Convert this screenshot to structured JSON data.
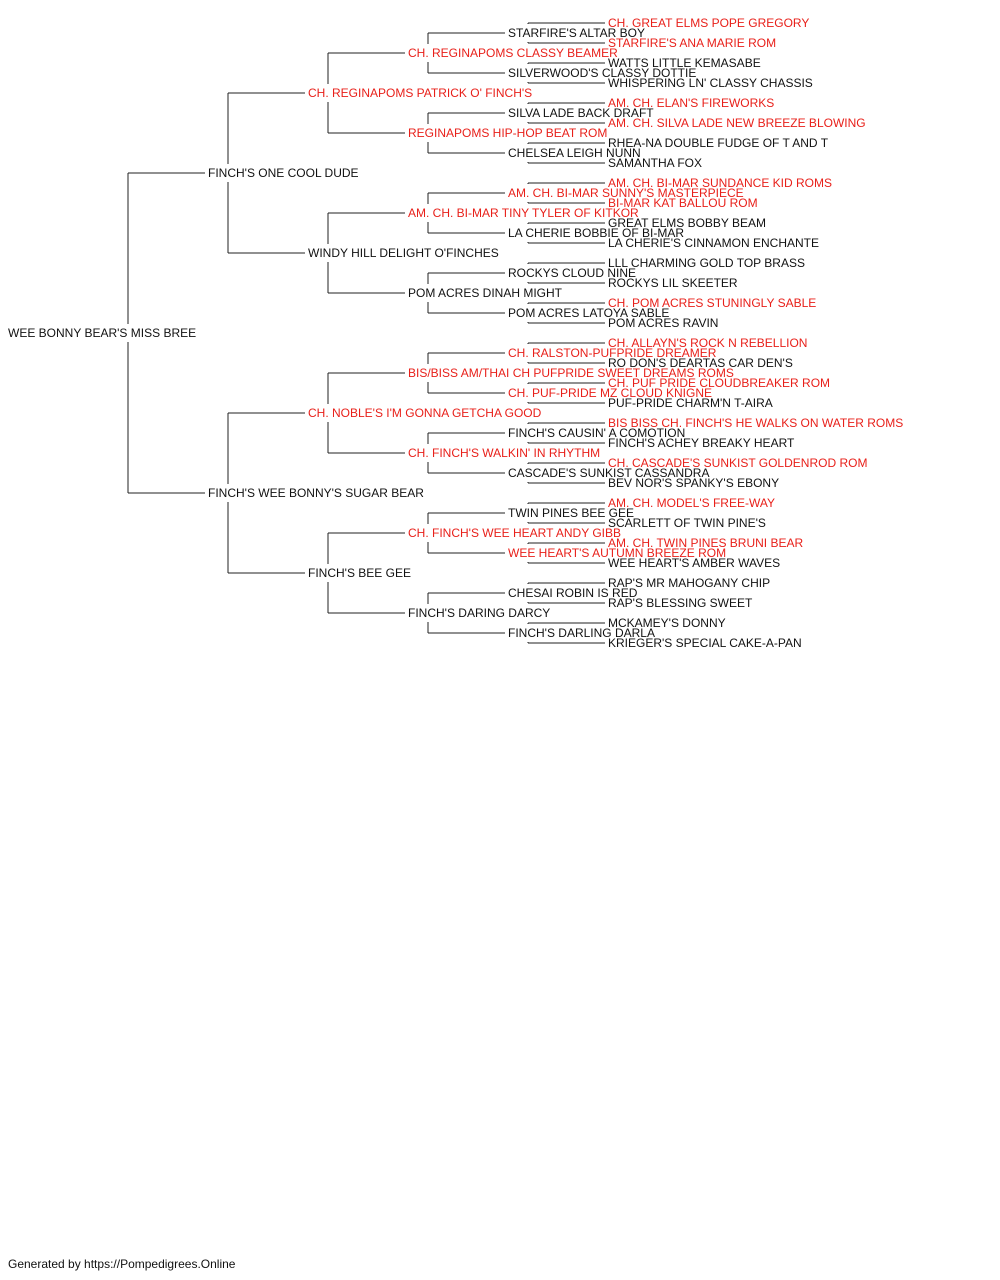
{
  "colors": {
    "champion": "#e8201a",
    "normal": "#111111",
    "connector": "#222222"
  },
  "footer": "Generated by https://Pompedigrees.Online",
  "pedigree": [
    {
      "label": "WEE BONNY BEAR'S MISS BREE",
      "champ": false
    },
    {
      "label": "FINCH'S ONE COOL DUDE",
      "champ": false
    },
    {
      "label": "FINCH'S WEE BONNY'S SUGAR BEAR",
      "champ": false
    },
    {
      "label": "CH. REGINAPOMS PATRICK O' FINCH'S",
      "champ": true
    },
    {
      "label": "WINDY HILL DELIGHT O'FINCHES",
      "champ": false
    },
    {
      "label": "CH. NOBLE'S I'M GONNA GETCHA GOOD",
      "champ": true
    },
    {
      "label": "FINCH'S BEE GEE",
      "champ": false
    },
    {
      "label": "CH. REGINAPOMS CLASSY BEAMER",
      "champ": true
    },
    {
      "label": "REGINAPOMS HIP-HOP BEAT ROM",
      "champ": true
    },
    {
      "label": "AM. CH. BI-MAR TINY TYLER OF KITKOR",
      "champ": true
    },
    {
      "label": "POM ACRES DINAH MIGHT",
      "champ": false
    },
    {
      "label": "BIS/BISS AM/THAI CH PUFPRIDE SWEET DREAMS ROMS",
      "champ": true
    },
    {
      "label": "CH. FINCH'S WALKIN' IN RHYTHM",
      "champ": true
    },
    {
      "label": "CH. FINCH'S WEE HEART ANDY GIBB",
      "champ": true
    },
    {
      "label": "FINCH'S DARING DARCY",
      "champ": false
    },
    {
      "label": "STARFIRE'S ALTAR BOY",
      "champ": false
    },
    {
      "label": "SILVERWOOD'S CLASSY DOTTIE",
      "champ": false
    },
    {
      "label": "SILVA LADE BACK DRAFT",
      "champ": false
    },
    {
      "label": "CHELSEA LEIGH NUNN",
      "champ": false
    },
    {
      "label": "AM. CH. BI-MAR SUNNY'S MASTERPIECE",
      "champ": true
    },
    {
      "label": "LA CHERIE BOBBIE OF BI-MAR",
      "champ": false
    },
    {
      "label": "ROCKYS CLOUD NINE",
      "champ": false
    },
    {
      "label": "POM ACRES LATOYA SABLE",
      "champ": false
    },
    {
      "label": "CH. RALSTON-PUFPRIDE DREAMER",
      "champ": true
    },
    {
      "label": "CH. PUF-PRIDE MZ CLOUD KNIGNE",
      "champ": true
    },
    {
      "label": "FINCH'S CAUSIN' A COMOTION",
      "champ": false
    },
    {
      "label": "CASCADE'S SUNKIST CASSANDRA",
      "champ": false
    },
    {
      "label": "TWIN PINES BEE GEE",
      "champ": false
    },
    {
      "label": "WEE HEART'S AUTUMN BREEZE ROM",
      "champ": true
    },
    {
      "label": "CHESAI ROBIN IS RED",
      "champ": false
    },
    {
      "label": "FINCH'S DARLING DARLA",
      "champ": false
    },
    {
      "label": "CH. GREAT ELMS POPE GREGORY",
      "champ": true
    },
    {
      "label": "STARFIRE'S ANA MARIE ROM",
      "champ": true
    },
    {
      "label": "WATTS LITTLE KEMASABE",
      "champ": false
    },
    {
      "label": "WHISPERING LN' CLASSY CHASSIS",
      "champ": false
    },
    {
      "label": "AM. CH. ELAN'S FIREWORKS",
      "champ": true
    },
    {
      "label": "AM. CH. SILVA LADE NEW BREEZE BLOWING",
      "champ": true
    },
    {
      "label": "RHEA-NA DOUBLE FUDGE OF T AND T",
      "champ": false
    },
    {
      "label": "SAMANTHA FOX",
      "champ": false
    },
    {
      "label": "AM. CH. BI-MAR SUNDANCE KID ROMS",
      "champ": true
    },
    {
      "label": "BI-MAR KAT BALLOU ROM",
      "champ": true
    },
    {
      "label": "GREAT ELMS BOBBY BEAM",
      "champ": false
    },
    {
      "label": "LA CHERIE'S CINNAMON ENCHANTE",
      "champ": false
    },
    {
      "label": "LLL CHARMING GOLD TOP BRASS",
      "champ": false
    },
    {
      "label": "ROCKYS LIL SKEETER",
      "champ": false
    },
    {
      "label": "CH. POM ACRES STUNINGLY SABLE",
      "champ": true
    },
    {
      "label": "POM ACRES RAVIN",
      "champ": false
    },
    {
      "label": "CH. ALLAYN'S ROCK N REBELLION",
      "champ": true
    },
    {
      "label": "RO DON'S DEARTAS CAR DEN'S",
      "champ": false
    },
    {
      "label": "CH. PUF PRIDE CLOUDBREAKER ROM",
      "champ": true
    },
    {
      "label": "PUF-PRIDE CHARM'N T-AIRA",
      "champ": false
    },
    {
      "label": "BIS BISS CH. FINCH'S HE WALKS ON WATER ROMS",
      "champ": true
    },
    {
      "label": "FINCH'S ACHEY BREAKY HEART",
      "champ": false
    },
    {
      "label": "CH. CASCADE'S SUNKIST GOLDENROD ROM",
      "champ": true
    },
    {
      "label": "BEV NOR'S SPANKY'S EBONY",
      "champ": false
    },
    {
      "label": "AM. CH. MODEL'S FREE-WAY",
      "champ": true
    },
    {
      "label": "SCARLETT OF TWIN PINE'S",
      "champ": false
    },
    {
      "label": "AM. CH. TWIN PINES BRUNI BEAR",
      "champ": true
    },
    {
      "label": "WEE HEART'S AMBER WAVES",
      "champ": false
    },
    {
      "label": "RAP'S MR MAHOGANY CHIP",
      "champ": false
    },
    {
      "label": "RAP'S BLESSING SWEET",
      "champ": false
    },
    {
      "label": "MCKAMEY'S DONNY",
      "champ": false
    },
    {
      "label": "KRIEGER'S SPECIAL CAKE-A-PAN",
      "champ": false
    }
  ]
}
